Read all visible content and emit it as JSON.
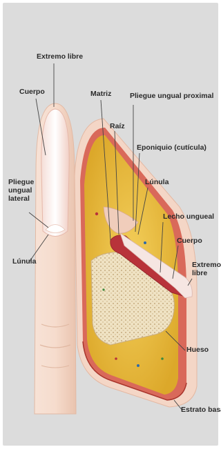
{
  "figure": {
    "background": "#dcdcdc",
    "colors": {
      "skin": "#f3d7c8",
      "skin_shadow": "#e8bfa9",
      "fat": "#e6b52c",
      "fat_light": "#f2cd55",
      "bone": "#f0e3c4",
      "nail_bed": "#b8333a",
      "dermis_edge": "#c84a3a",
      "leader": "#444444"
    }
  },
  "labels": {
    "extremo_libre_left": "Extremo libre",
    "cuerpo_left": "Cuerpo",
    "pliegue_lateral": "Pliegue\nungual\nlateral",
    "lunula_left": "Lúnula",
    "matriz": "Matriz",
    "raiz": "Raíz",
    "pliegue_proximal": "Pliegue ungual proximal",
    "eponiquio": "Eponiquio (cutícula)",
    "lunula_right": "Lúnula",
    "lecho_ungueal": "Lecho ungueal",
    "cuerpo_right": "Cuerpo",
    "extremo_libre_right": "Extremo\nlibre",
    "hueso": "Hueso",
    "estrato_basal": "Estrato basal"
  }
}
